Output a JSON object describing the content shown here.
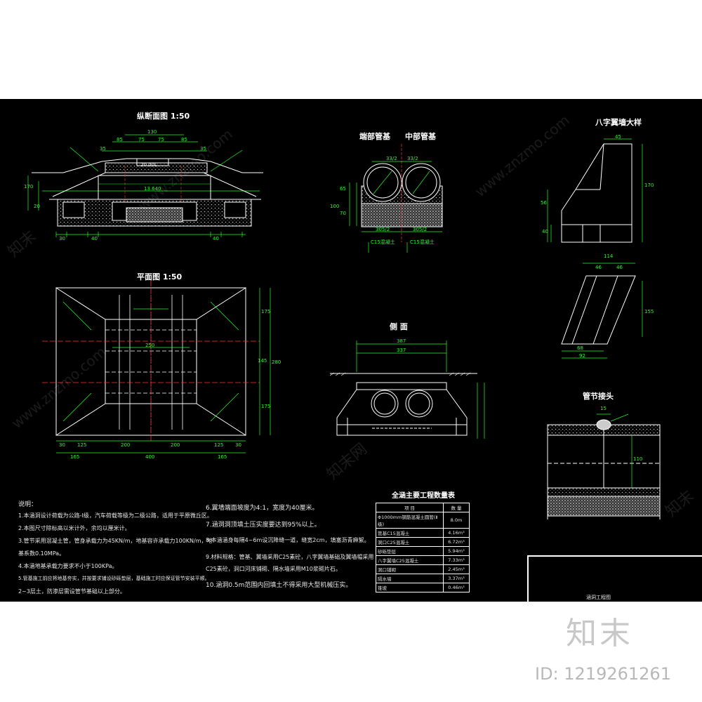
{
  "titles": {
    "longitudinal": "纵断面图 1:50",
    "plan": "平面图 1:50",
    "end_pipe": "端部管基",
    "mid_pipe": "中部管基",
    "side": "侧 面",
    "wing_wall": "八字翼墙大样",
    "pipe_joint": "管节接头",
    "qty_table": "全涵主要工程数量表",
    "frame_title": "涵洞工程图"
  },
  "dims_long": {
    "d130": "130",
    "d85a": "85",
    "d75a": "75",
    "d75b": "75",
    "d85b": "85",
    "d35a": "35",
    "d35b": "35",
    "slope": "20.00L",
    "pipe_len": "13.640",
    "d170": "170",
    "d20": "20",
    "d30": "30",
    "d40a": "40",
    "d40b": "40"
  },
  "dims_pipe": {
    "d33a": "33/2",
    "d33b": "33/2",
    "w1": "305/2",
    "w2": "305/2",
    "h65": "65",
    "h70": "70",
    "h100": "100",
    "c1": "C15混凝土",
    "c2": "C15混凝土"
  },
  "dims_plan": {
    "d30a": "30",
    "d125a": "125",
    "d200a": "200",
    "d200b": "200",
    "d125b": "125",
    "d30b": "30",
    "d165": "165",
    "d400": "400",
    "d165b": "165",
    "d250": "250",
    "d175a": "175",
    "d175b": "175",
    "d145": "145",
    "d2x": "280"
  },
  "dims_side": {
    "w387": "387",
    "w337": "337"
  },
  "dims_wing": {
    "d45": "45",
    "d170": "170",
    "d40": "40",
    "d114": "114",
    "d46a": "46",
    "d46b": "46",
    "d68": "68",
    "d92": "92",
    "d155": "155",
    "d56": "56"
  },
  "dims_joint": {
    "d15": "15",
    "d110": "110"
  },
  "notes_left": {
    "head": "说明：",
    "n1": "1.本涵洞设计荷载为公路-Ⅰ级，汽车荷载等级为二级公路，适用于平原微丘区。",
    "n2": "2.本图尺寸除标高以米计外，余均以厘米计。",
    "n3": "3.管节采用混凝土管，管身承载力为45KN/m，地基容许承载力100KN/m，地",
    "n3b": "  基系数0.10MPa。",
    "n4": "4.本涵地基承载力要求不小于100KPa。",
    "n5": "5.管基施工前应将地基夯实，并按要求铺设砂砾垫层，基础施工时应保证管节安装平顺。",
    "n6": "2~3层土，防渗层需设管节基础以上部分。"
  },
  "notes_right": {
    "n6": "6.翼墙端面坡度为4:1，宽度为40厘米。",
    "n7": "7.涵洞洞顶填土压实度要达到95%以上。",
    "n8": "8.本涵涵身每隔4~6m设沉降缝一道，缝宽2cm，填塞沥青麻絮。",
    "n9": "9.材料规格：管基、翼墙采用C25素砼，八字翼墙基础及翼墙帽采用",
    "n9b": "C25素砼，洞口河床铺砌、隔水墙采用M10浆砌片石。",
    "n10": "10.涵洞0.5m范围内回填土不得采用大型机械压实。"
  },
  "qty_rows": [
    {
      "item": "Φ1000mm钢筋混凝土圆管(Ⅱ级)",
      "value": "8.0m"
    },
    {
      "item": "管基C15混凝土",
      "value": "4.16m³"
    },
    {
      "item": "洞口C25混凝土",
      "value": "6.72m³"
    },
    {
      "item": "砂砾垫层",
      "value": "5.94m³"
    },
    {
      "item": "八字翼墙C25混凝土",
      "value": "7.33m³"
    },
    {
      "item": "洞口铺砌",
      "value": "2.45m³"
    },
    {
      "item": "隔水墙",
      "value": "3.37m³"
    },
    {
      "item": "锥坡",
      "value": "0.46m³"
    }
  ],
  "qty_header": {
    "item": "项 目",
    "value": "数 量"
  },
  "brand": {
    "logo": "知末",
    "id": "ID: 1219261261",
    "wm1": "www.znzmo.com",
    "wm2": "知末网",
    "wm3": "知末"
  },
  "colors": {
    "sheet": "#000000",
    "line": "#ffffff",
    "dim": "#22ff22",
    "axis": "#ff2222",
    "text": "#ffffff"
  }
}
